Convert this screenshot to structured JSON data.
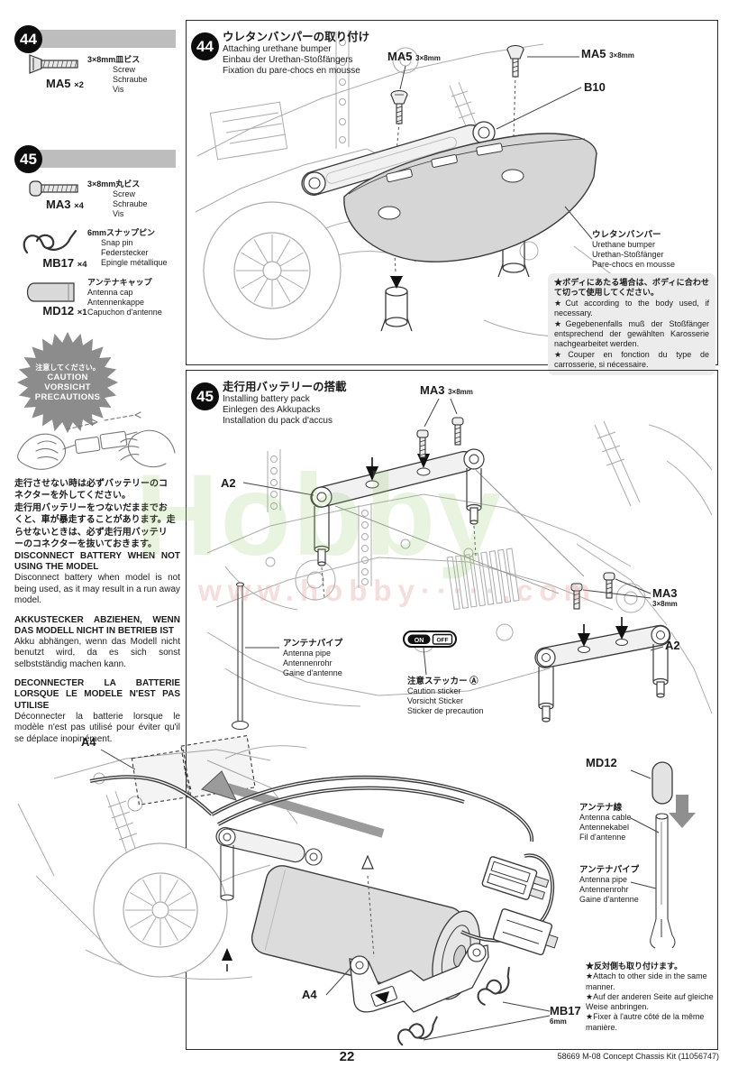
{
  "page": {
    "number": "22",
    "footer": "58669 M-08 Concept Chassis Kit (11056747)",
    "watermark": {
      "big": "Hobby",
      "url": "www.hobby·····.com"
    }
  },
  "parts": {
    "step44_no": "44",
    "step45_no": "45",
    "ma5": {
      "code": "MA5",
      "qty": "×2",
      "desc": [
        "3×8mm皿ビス",
        "Screw",
        "Schraube",
        "Vis"
      ]
    },
    "ma3": {
      "code": "MA3",
      "qty": "×4",
      "desc": [
        "3×8mm丸ビス",
        "Screw",
        "Schraube",
        "Vis"
      ]
    },
    "mb17": {
      "code": "MB17",
      "qty": "×4",
      "desc": [
        "6mmスナップピン",
        "Snap pin",
        "Federstecker",
        "Epingle métallique"
      ]
    },
    "md12": {
      "code": "MD12",
      "qty": "×1",
      "desc": [
        "アンテナキャップ",
        "Antenna cap",
        "Antennenkappe",
        "Capuchon d'antenne"
      ]
    }
  },
  "caution": {
    "burst": [
      "注意してください。",
      "CAUTION",
      "VORSICHT",
      "PRECAUTIONS"
    ],
    "jp": "走行させない時は必ずバッテリーのコ\nネクターを外してください。\n走行用バッテリーをつないだままでお\nくと、車が暴走することがあります。走\nらせないときは、必ず走行用バッテリ\nーのコネクターを抜いておきます。",
    "en_title": "DISCONNECT BATTERY WHEN NOT USING THE MODEL",
    "en_body": "Disconnect battery when model is not being used, as it may result in a run away model.",
    "de_title": "AKKUSTECKER ABZIEHEN, WENN DAS MODELL NICHT IN BETRIEB IST",
    "de_body": "Akku abhängen, wenn das Modell nicht benutzt wird, da es sich sonst selbstständig machen kann.",
    "fr_title": "DECONNECTER LA BATTERIE LORSQUE LE MODELE N'EST PAS UTILISE",
    "fr_body": "Déconnecter la batterie lorsque le modèle n'est pas utilisé pour éviter qu'il se déplace inopinément."
  },
  "step44": {
    "badge": "44",
    "title": [
      "ウレタンバンパーの取り付け",
      "Attaching urethane bumper",
      "Einbau der Urethan-Stoßfängers",
      "Fixation du pare-chocs en mousse"
    ],
    "screw_left": {
      "code": "MA5",
      "size": "3×8mm"
    },
    "screw_right": {
      "code": "MA5",
      "size": "3×8mm"
    },
    "b10": "B10",
    "bumper_label": [
      "ウレタンバンパー",
      "Urethane bumper",
      "Urethan-Stoßfänger",
      "Pare-chocs en mousse"
    ],
    "note": [
      "★ボディにあたる場合は、ボディに合わせて切って使用してください。",
      "★Cut according to the body used, if necessary.",
      "★Gegebenenfalls muß der Stoßfänger entsprechend der gewählten Karosserie nachgearbeitet werden.",
      "★Couper en fonction du type de carrosserie, si nécessaire."
    ]
  },
  "step45": {
    "badge": "45",
    "title": [
      "走行用バッテリーの搭載",
      "Installing battery pack",
      "Einlegen des Akkupacks",
      "Installation du pack d'accus"
    ],
    "ma3_top": {
      "code": "MA3",
      "size": "3×8mm"
    },
    "ma3_right": {
      "code": "MA3",
      "size": "3×8mm"
    },
    "a2_left": "A2",
    "a2_right": "A2",
    "a4_top": "A4",
    "a4_bottom": "A4",
    "md12": "MD12",
    "mb17": {
      "code": "MB17",
      "size": "6mm"
    },
    "switch": {
      "on": "ON",
      "off": "OFF"
    },
    "caution_sticker": [
      "注意ステッカー Ⓐ",
      "Caution sticker",
      "Vorsicht Sticker",
      "Sticker de precaution"
    ],
    "antenna_pipe1": [
      "アンテナパイプ",
      "Antenna pipe",
      "Antennenrohr",
      "Gaine d'antenne"
    ],
    "antenna_cable": [
      "アンテナ線",
      "Antenna cable",
      "Antennekabel",
      "Fil d'antenne"
    ],
    "antenna_pipe2": [
      "アンテナパイプ",
      "Antenna pipe",
      "Antennenrohr",
      "Gaine d'antenne"
    ],
    "other_side_note": [
      "★反対側も取り付けます。",
      "★Attach to other side in the same manner.",
      "★Auf der anderen Seite auf gleiche Weise anbringen.",
      "★Fixer à l'autre côté de la même manière."
    ]
  }
}
